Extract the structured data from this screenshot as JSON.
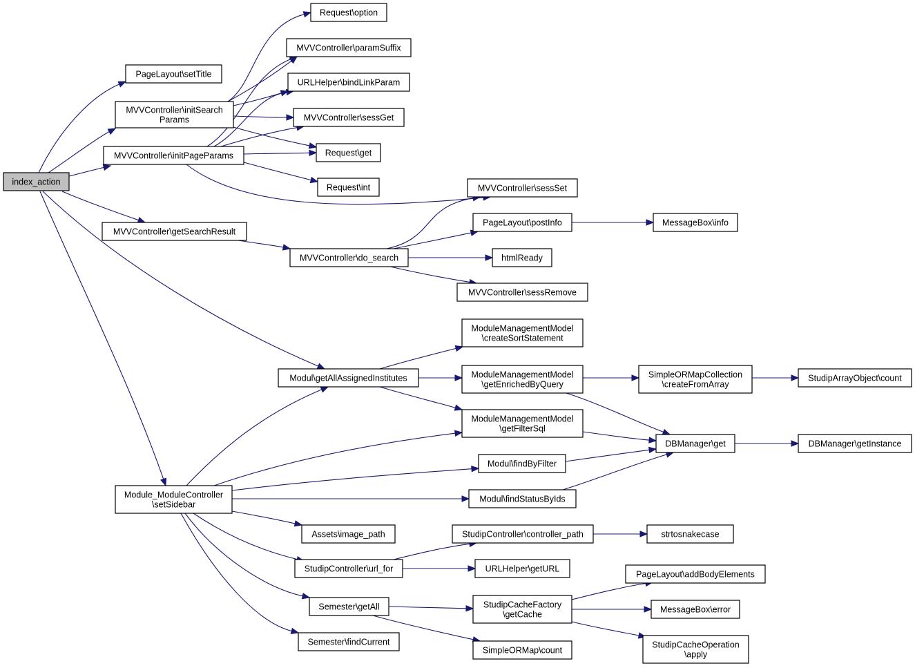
{
  "nodes": [
    {
      "id": "root",
      "lines": [
        "index_action"
      ],
      "root": true
    },
    {
      "id": "setTitle",
      "lines": [
        "PageLayout\\setTitle"
      ]
    },
    {
      "id": "initSearch",
      "lines": [
        "MVVController\\initSearch",
        "Params"
      ]
    },
    {
      "id": "initPage",
      "lines": [
        "MVVController\\initPageParams"
      ]
    },
    {
      "id": "getSearchResult",
      "lines": [
        "MVVController\\getSearchResult"
      ]
    },
    {
      "id": "reqOption",
      "lines": [
        "Request\\option"
      ]
    },
    {
      "id": "paramSuffix",
      "lines": [
        "MVVController\\paramSuffix"
      ]
    },
    {
      "id": "bindLink",
      "lines": [
        "URLHelper\\bindLinkParam"
      ]
    },
    {
      "id": "sessGet",
      "lines": [
        "MVVController\\sessGet"
      ]
    },
    {
      "id": "reqGet",
      "lines": [
        "Request\\get"
      ]
    },
    {
      "id": "reqInt",
      "lines": [
        "Request\\int"
      ]
    },
    {
      "id": "sessSet",
      "lines": [
        "MVVController\\sessSet"
      ]
    },
    {
      "id": "postInfo",
      "lines": [
        "PageLayout\\postInfo"
      ]
    },
    {
      "id": "msgInfo",
      "lines": [
        "MessageBox\\info"
      ]
    },
    {
      "id": "doSearch",
      "lines": [
        "MVVController\\do_search"
      ]
    },
    {
      "id": "htmlReady",
      "lines": [
        "htmlReady"
      ]
    },
    {
      "id": "sessRemove",
      "lines": [
        "MVVController\\sessRemove"
      ]
    },
    {
      "id": "createSort",
      "lines": [
        "ModuleManagementModel",
        "\\createSortStatement"
      ]
    },
    {
      "id": "getAllInst",
      "lines": [
        "Modul\\getAllAssignedInstitutes"
      ]
    },
    {
      "id": "getEnriched",
      "lines": [
        "ModuleManagementModel",
        "\\getEnrichedByQuery"
      ]
    },
    {
      "id": "createFromArray",
      "lines": [
        "SimpleORMapCollection",
        "\\createFromArray"
      ]
    },
    {
      "id": "arrCount",
      "lines": [
        "StudipArrayObject\\count"
      ]
    },
    {
      "id": "getFilterSql",
      "lines": [
        "ModuleManagementModel",
        "\\getFilterSql"
      ]
    },
    {
      "id": "dbGet",
      "lines": [
        "DBManager\\get"
      ]
    },
    {
      "id": "dbInstance",
      "lines": [
        "DBManager\\getInstance"
      ]
    },
    {
      "id": "findByFilter",
      "lines": [
        "Modul\\findByFilter"
      ]
    },
    {
      "id": "findStatus",
      "lines": [
        "Modul\\findStatusByIds"
      ]
    },
    {
      "id": "setSidebar",
      "lines": [
        "Module_ModuleController",
        "\\setSidebar"
      ]
    },
    {
      "id": "imagePath",
      "lines": [
        "Assets\\image_path"
      ]
    },
    {
      "id": "ctrlPath",
      "lines": [
        "StudipController\\controller_path"
      ]
    },
    {
      "id": "snake",
      "lines": [
        "strtosnakecase"
      ]
    },
    {
      "id": "urlFor",
      "lines": [
        "StudipController\\url_for"
      ]
    },
    {
      "id": "getURL",
      "lines": [
        "URLHelper\\getURL"
      ]
    },
    {
      "id": "addBody",
      "lines": [
        "PageLayout\\addBodyElements"
      ]
    },
    {
      "id": "semGetAll",
      "lines": [
        "Semester\\getAll"
      ]
    },
    {
      "id": "getCache",
      "lines": [
        "StudipCacheFactory",
        "\\getCache"
      ]
    },
    {
      "id": "msgError",
      "lines": [
        "MessageBox\\error"
      ]
    },
    {
      "id": "semFindCurrent",
      "lines": [
        "Semester\\findCurrent"
      ]
    },
    {
      "id": "ormCount",
      "lines": [
        "SimpleORMap\\count"
      ]
    },
    {
      "id": "cacheApply",
      "lines": [
        "StudipCacheOperation",
        "\\apply"
      ]
    }
  ],
  "edges": [
    {
      "from": "root",
      "to": "setTitle"
    },
    {
      "from": "root",
      "to": "initSearch"
    },
    {
      "from": "root",
      "to": "initPage"
    },
    {
      "from": "root",
      "to": "getSearchResult"
    },
    {
      "from": "root",
      "to": "getAllInst"
    },
    {
      "from": "root",
      "to": "setSidebar"
    },
    {
      "from": "initSearch",
      "to": "reqOption"
    },
    {
      "from": "initSearch",
      "to": "paramSuffix"
    },
    {
      "from": "initSearch",
      "to": "bindLink"
    },
    {
      "from": "initSearch",
      "to": "sessGet"
    },
    {
      "from": "initSearch",
      "to": "reqGet"
    },
    {
      "from": "initPage",
      "to": "paramSuffix"
    },
    {
      "from": "initPage",
      "to": "bindLink"
    },
    {
      "from": "initPage",
      "to": "sessGet"
    },
    {
      "from": "initPage",
      "to": "reqGet"
    },
    {
      "from": "initPage",
      "to": "reqInt"
    },
    {
      "from": "initPage",
      "to": "sessSet"
    },
    {
      "from": "getSearchResult",
      "to": "doSearch"
    },
    {
      "from": "doSearch",
      "to": "sessSet"
    },
    {
      "from": "doSearch",
      "to": "postInfo"
    },
    {
      "from": "doSearch",
      "to": "htmlReady"
    },
    {
      "from": "doSearch",
      "to": "sessRemove"
    },
    {
      "from": "postInfo",
      "to": "msgInfo"
    },
    {
      "from": "getAllInst",
      "to": "createSort"
    },
    {
      "from": "getAllInst",
      "to": "getEnriched"
    },
    {
      "from": "getAllInst",
      "to": "getFilterSql"
    },
    {
      "from": "getEnriched",
      "to": "createFromArray"
    },
    {
      "from": "getEnriched",
      "to": "dbGet"
    },
    {
      "from": "createFromArray",
      "to": "arrCount"
    },
    {
      "from": "getFilterSql",
      "to": "dbGet"
    },
    {
      "from": "dbGet",
      "to": "dbInstance"
    },
    {
      "from": "setSidebar",
      "to": "getAllInst"
    },
    {
      "from": "setSidebar",
      "to": "getFilterSql"
    },
    {
      "from": "setSidebar",
      "to": "findByFilter"
    },
    {
      "from": "setSidebar",
      "to": "findStatus"
    },
    {
      "from": "setSidebar",
      "to": "imagePath"
    },
    {
      "from": "setSidebar",
      "to": "urlFor"
    },
    {
      "from": "setSidebar",
      "to": "semGetAll"
    },
    {
      "from": "setSidebar",
      "to": "semFindCurrent"
    },
    {
      "from": "findByFilter",
      "to": "dbGet"
    },
    {
      "from": "findStatus",
      "to": "dbGet"
    },
    {
      "from": "urlFor",
      "to": "ctrlPath"
    },
    {
      "from": "urlFor",
      "to": "getURL"
    },
    {
      "from": "ctrlPath",
      "to": "snake"
    },
    {
      "from": "semGetAll",
      "to": "getCache"
    },
    {
      "from": "semGetAll",
      "to": "ormCount"
    },
    {
      "from": "getCache",
      "to": "addBody"
    },
    {
      "from": "getCache",
      "to": "msgError"
    },
    {
      "from": "getCache",
      "to": "cacheApply"
    }
  ],
  "colors": {
    "edge": "#191970",
    "node_border": "#000000",
    "root_fill": "#bfbfbf",
    "node_fill": "#ffffff"
  }
}
